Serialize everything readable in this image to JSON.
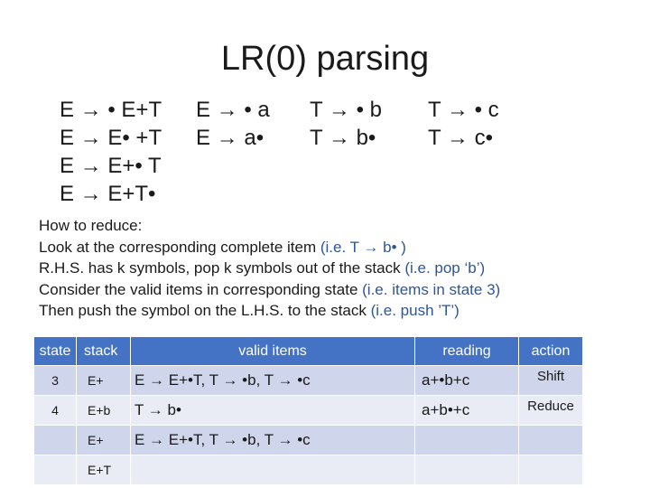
{
  "slide": {
    "title": "LR(0) parsing"
  },
  "item_groups": [
    [
      "E → • E+T",
      "E → E• +T",
      "E → E+• T",
      "E → E+T•"
    ],
    [
      "E → • a",
      "E → a•"
    ],
    [
      "T → • b",
      "T → b•"
    ],
    [
      "T → • c",
      "T → c•"
    ]
  ],
  "notes": [
    {
      "text": "How to reduce:",
      "highlight": ""
    },
    {
      "text": "Look at the corresponding complete item ",
      "highlight": "(i.e. T → b• )"
    },
    {
      "text": "R.H.S. has k symbols, pop k symbols out  of the stack ",
      "highlight": "(i.e. pop ‘b’)"
    },
    {
      "text": "Consider the valid items in corresponding state ",
      "highlight": "(i.e. items in state 3)"
    },
    {
      "text": "Then push the symbol on the L.H.S. to the stack ",
      "highlight": "(i.e. push ’T’)"
    }
  ],
  "table": {
    "headers": [
      "state",
      "stack",
      "valid items",
      "reading",
      "action"
    ],
    "rows": [
      [
        "3",
        "E+",
        "E → E+•T, T → •b, T → •c",
        "a+•b+c",
        "Shift"
      ],
      [
        "4",
        "E+b",
        "T → b•",
        "a+b•+c",
        "Reduce"
      ],
      [
        "",
        "E+",
        "E → E+•T, T → •b, T → •c",
        "",
        ""
      ],
      [
        "",
        "E+T",
        "",
        "",
        ""
      ]
    ]
  },
  "colors": {
    "header_fill": "#4472c4",
    "row_band_dark": "#cfd5ea",
    "row_band_light": "#e9ebf5",
    "note_highlight": "#2f5597"
  }
}
